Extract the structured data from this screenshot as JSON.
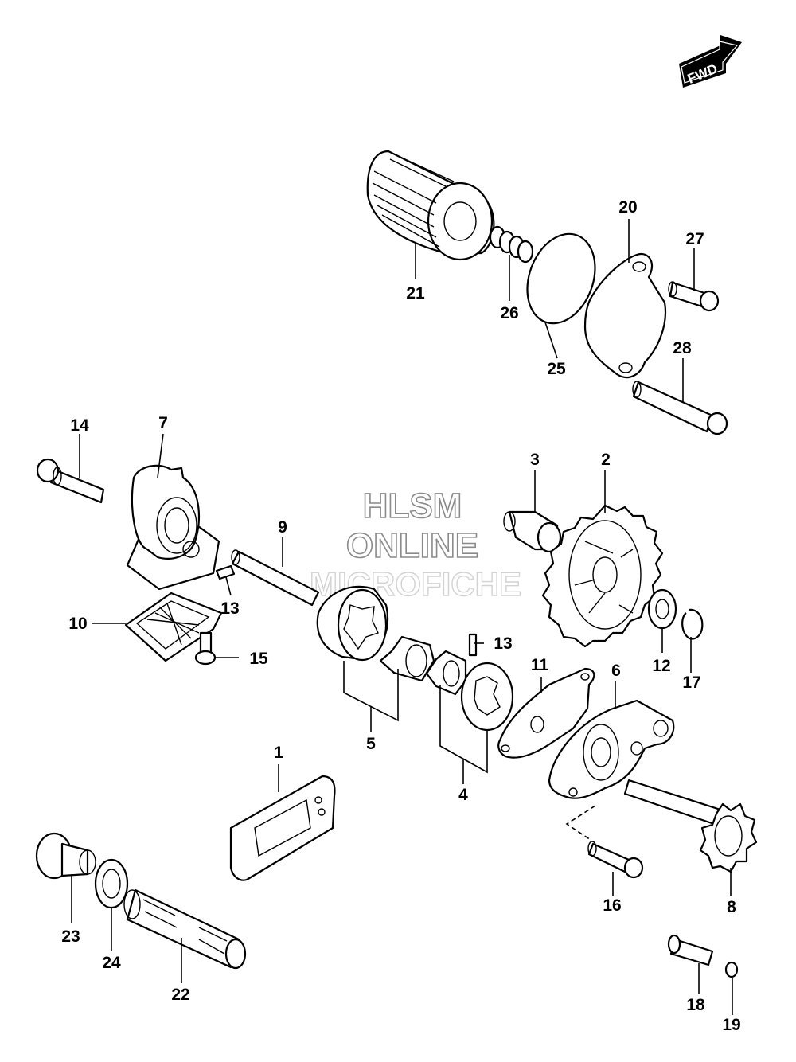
{
  "badge": {
    "text": "FWD",
    "bg": "#000000"
  },
  "watermark": {
    "line1": "HLSM",
    "line2": "ONLINE",
    "line3": "MICROFICHE"
  },
  "callouts": [
    {
      "id": "c1",
      "text": "1"
    },
    {
      "id": "c2",
      "text": "2"
    },
    {
      "id": "c3",
      "text": "3"
    },
    {
      "id": "c4",
      "text": "4"
    },
    {
      "id": "c5",
      "text": "5"
    },
    {
      "id": "c6",
      "text": "6"
    },
    {
      "id": "c7",
      "text": "7"
    },
    {
      "id": "c8",
      "text": "8"
    },
    {
      "id": "c9",
      "text": "9"
    },
    {
      "id": "c10",
      "text": "10"
    },
    {
      "id": "c11",
      "text": "11"
    },
    {
      "id": "c12",
      "text": "12"
    },
    {
      "id": "c13a",
      "text": "13"
    },
    {
      "id": "c13b",
      "text": "13"
    },
    {
      "id": "c14",
      "text": "14"
    },
    {
      "id": "c15",
      "text": "15"
    },
    {
      "id": "c16",
      "text": "16"
    },
    {
      "id": "c17",
      "text": "17"
    },
    {
      "id": "c18",
      "text": "18"
    },
    {
      "id": "c19",
      "text": "19"
    },
    {
      "id": "c20",
      "text": "20"
    },
    {
      "id": "c21",
      "text": "21"
    },
    {
      "id": "c22",
      "text": "22"
    },
    {
      "id": "c23",
      "text": "23"
    },
    {
      "id": "c24",
      "text": "24"
    },
    {
      "id": "c25",
      "text": "25"
    },
    {
      "id": "c26",
      "text": "26"
    },
    {
      "id": "c27",
      "text": "27"
    },
    {
      "id": "c28",
      "text": "28"
    }
  ]
}
